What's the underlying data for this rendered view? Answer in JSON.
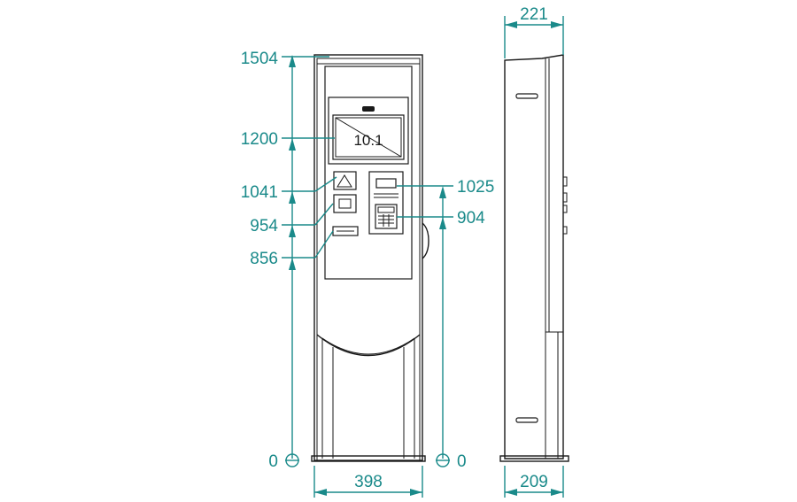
{
  "front_view": {
    "dimensions": {
      "height_top": "1504",
      "screen": "1200",
      "left_1041": "1041",
      "left_954": "954",
      "left_856": "856",
      "right_1025": "1025",
      "right_904": "904",
      "zero_left": "0",
      "zero_right": "0",
      "width": "398"
    },
    "screen_size": "10.1"
  },
  "side_view": {
    "dimensions": {
      "depth_top": "221",
      "depth_base": "209"
    }
  },
  "colors": {
    "dimension": "#1a8a8a",
    "outline": "#1a1a1a"
  }
}
